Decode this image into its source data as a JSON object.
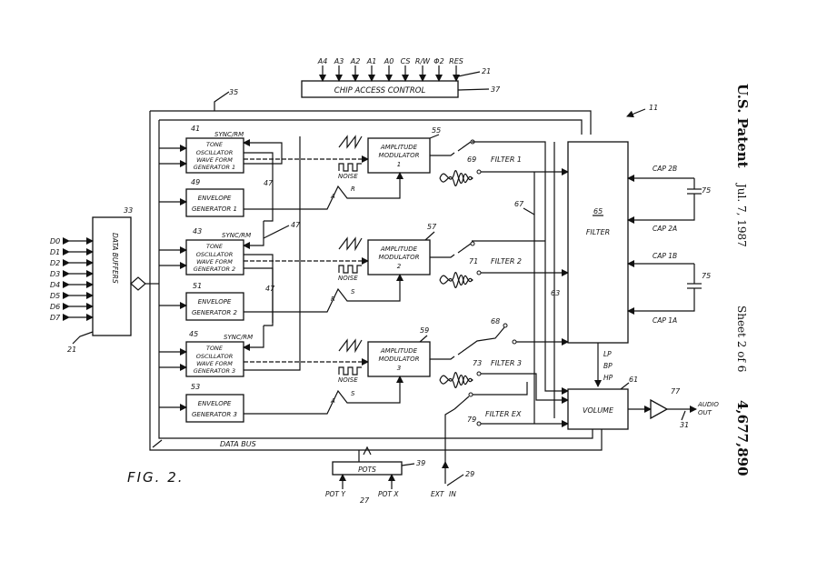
{
  "header": {
    "pins": [
      "A4",
      "A3",
      "A2",
      "A1",
      "A0",
      "CS",
      "R/W",
      "Φ2",
      "RES"
    ],
    "chip_access": "CHIP ACCESS CONTROL"
  },
  "refs": {
    "r11": "11",
    "r21a": "21",
    "r37": "37",
    "r35": "35",
    "r33": "33",
    "r41": "41",
    "r49": "49",
    "r43": "43",
    "r51": "51",
    "r45": "45",
    "r53": "53",
    "r47a": "47",
    "r47b": "47",
    "r47c": "47",
    "r55": "55",
    "r57": "57",
    "r59": "59",
    "r69": "69",
    "r71": "71",
    "r73": "73",
    "r79": "79",
    "r67": "67",
    "r63": "63",
    "r68": "68",
    "r65": "65",
    "r75a": "75",
    "r75b": "75",
    "r61": "61",
    "r77": "77",
    "r31": "31",
    "r39": "39",
    "r27": "27",
    "r29": "29",
    "r21b": "21"
  },
  "blocks": {
    "osc1": [
      "TONE",
      "OSCILLATOR",
      "WAVE FORM",
      "GENERATOR 1"
    ],
    "osc2": [
      "TONE",
      "OSCILLATOR",
      "WAVE FORM",
      "GENERATOR 2"
    ],
    "osc3": [
      "TONE",
      "OSCILLATOR",
      "WAVE FORM",
      "GENERATOR 3"
    ],
    "env1": [
      "ENVELOPE",
      "GENERATOR 1"
    ],
    "env2": [
      "ENVELOPE",
      "GENERATOR 2"
    ],
    "env3": [
      "ENVELOPE",
      "GENERATOR 3"
    ],
    "am1": [
      "AMPLITUDE",
      "MODULATOR",
      "1"
    ],
    "am2": [
      "AMPLITUDE",
      "MODULATOR",
      "2"
    ],
    "am3": [
      "AMPLITUDE",
      "MODULATOR",
      "3"
    ],
    "filter": "FILTER",
    "volume": "VOLUME",
    "pots": "POTS",
    "buffers": "DATA BUFFERS"
  },
  "labels": {
    "sync1": "SYNC/RM",
    "sync2": "SYNC/RM",
    "sync3": "SYNC/RM",
    "noise1": "NOISE",
    "noise2": "NOISE",
    "noise3": "NOISE",
    "filter1": "FILTER 1",
    "filter2": "FILTER 2",
    "filter3": "FILTER 3",
    "filterex": "FILTER EX",
    "cap2b": "CAP 2B",
    "cap2a": "CAP 2A",
    "cap1b": "CAP 1B",
    "cap1a": "CAP 1A",
    "lp": "LP",
    "bp": "BP",
    "hp": "HP",
    "audio_out": [
      "AUDIO",
      "OUT"
    ],
    "data_bus": "DATA BUS",
    "pot_y": "POT Y",
    "pot_x": "POT X",
    "ext_in": [
      "EXT",
      "IN"
    ],
    "fig": "FIG. 2."
  },
  "data_lines": [
    "D0",
    "D1",
    "D2",
    "D3",
    "D4",
    "D5",
    "D6",
    "D7"
  ],
  "side": {
    "patent": "U.S. Patent",
    "date": "Jul. 7, 1987",
    "sheet": "Sheet 2 of 6",
    "number": "4,677,890"
  }
}
